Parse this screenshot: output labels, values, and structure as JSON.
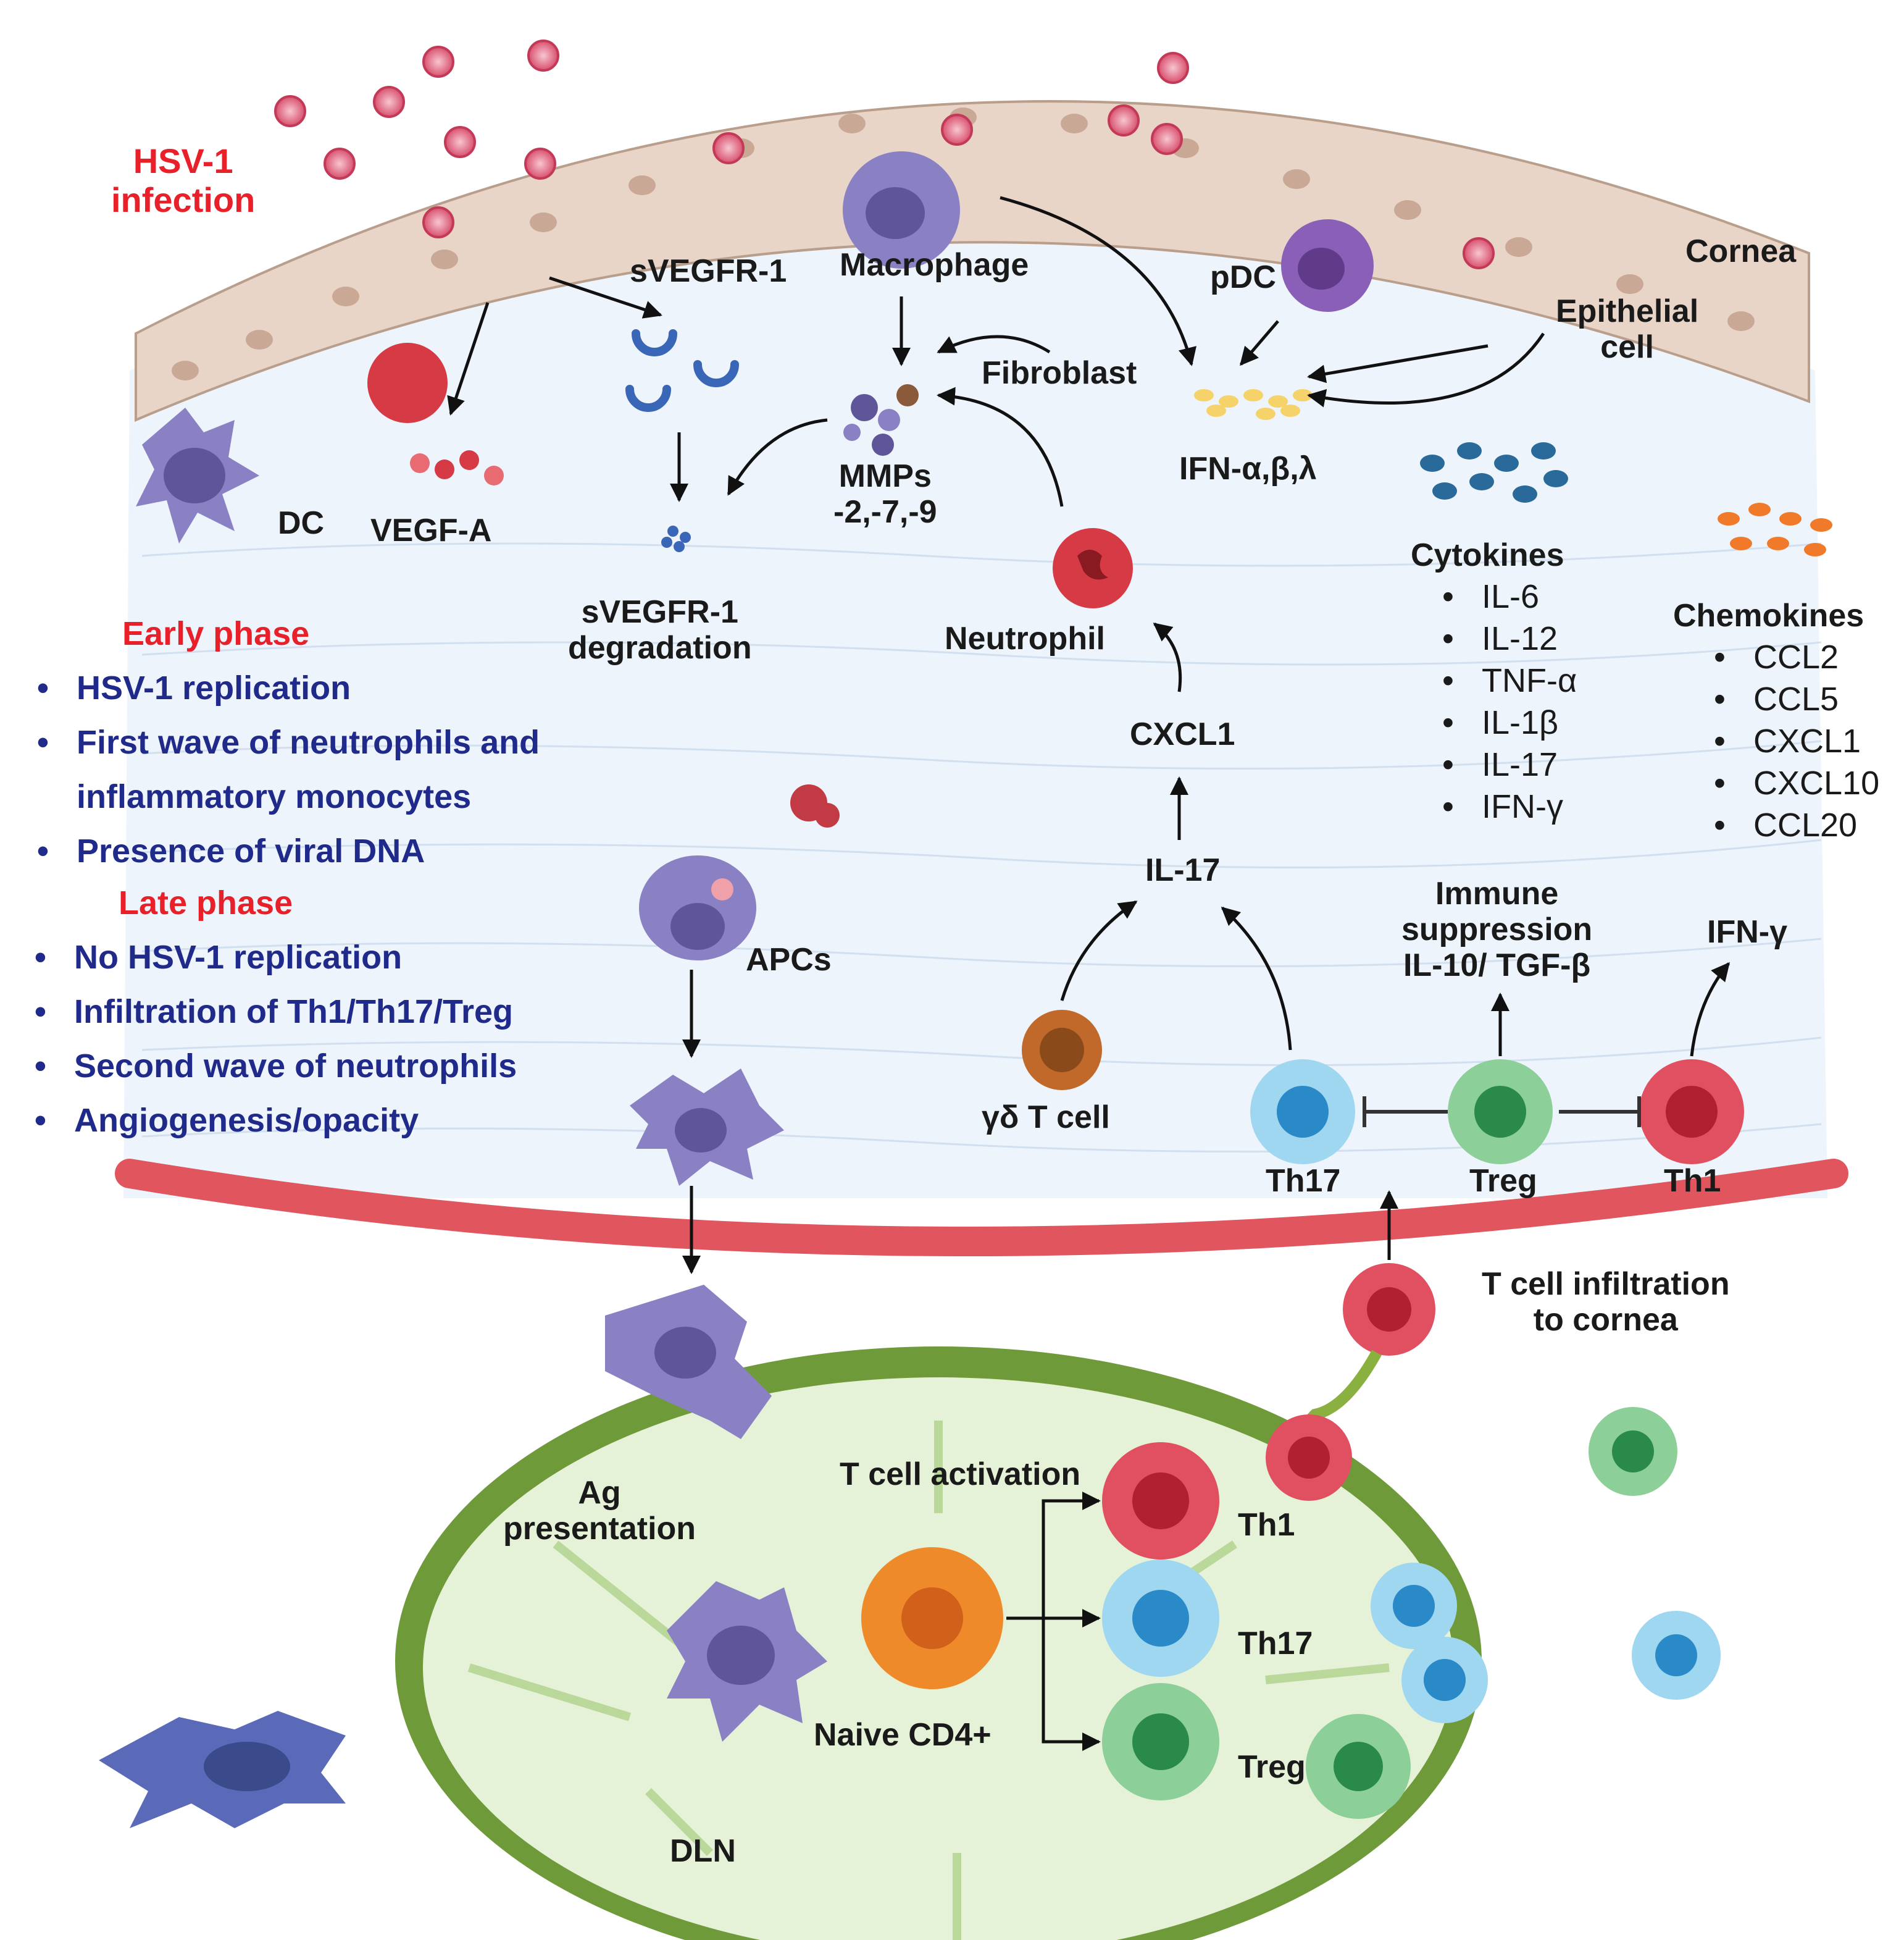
{
  "labels": {
    "hsv_title": "HSV-1",
    "hsv_title2": "infection",
    "cornea": "Cornea",
    "epithelial1": "Epithelial",
    "epithelial2": "cell",
    "svegfr1": "sVEGFR-1",
    "macrophage": "Macrophage",
    "pdc": "pDC",
    "fibroblast": "Fibroblast",
    "dc": "DC",
    "vegfa": "VEGF-A",
    "mmps1": "MMPs",
    "mmps2": "-2,-7,-9",
    "ifn": "IFN-α,β,λ",
    "svegfr_deg1": "sVEGFR-1",
    "svegfr_deg2": "degradation",
    "neutrophil": "Neutrophil",
    "cytokines": "Cytokines",
    "chemokines": "Chemokines",
    "cxcl1": "CXCL1",
    "il17": "IL-17",
    "immune1": "Immune",
    "immune2": "suppression",
    "immune3": "IL-10/ TGF-β",
    "ifng": "IFN-γ",
    "apcs": "APCs",
    "gd_t": "γδ T cell",
    "th17_top": "Th17",
    "treg_top": "Treg",
    "th1_top": "Th1",
    "t_infil1": "T cell infiltration",
    "t_infil2": "to cornea",
    "t_activation": "T cell activation",
    "ag1": "Ag",
    "ag2": "presentation",
    "th1_dln": "Th1",
    "th17_dln": "Th17",
    "treg_dln": "Treg",
    "naive": "Naive CD4+",
    "dln": "DLN"
  },
  "early_phase": {
    "title": "Early phase",
    "items": [
      "HSV-1 replication",
      "First wave of neutrophils and",
      "inflammatory monocytes",
      "Presence of viral DNA"
    ]
  },
  "late_phase": {
    "title": "Late phase",
    "items": [
      "No HSV-1 replication",
      "Infiltration of Th1/Th17/Treg",
      "Second wave of neutrophils",
      "Angiogenesis/opacity"
    ]
  },
  "cytokine_list": [
    "IL-6",
    "IL-12",
    "TNF-α",
    "IL-1β",
    "IL-17",
    "IFN-γ"
  ],
  "chemokine_list": [
    "CCL2",
    "CCL5",
    "CXCL1",
    "CXCL10",
    "CCL20"
  ],
  "colors": {
    "hsv_red": "#e8202a",
    "navy_text": "#1f2a8a",
    "epithelium": "#e8d5c8",
    "membrane": "#e0555e",
    "lymph_node": "#6f9a3a",
    "th1": "#d63a44",
    "th17": "#3fa1d6",
    "treg": "#3f9a62",
    "naive": "#ef8a2a",
    "apc": "#8a80c4"
  }
}
